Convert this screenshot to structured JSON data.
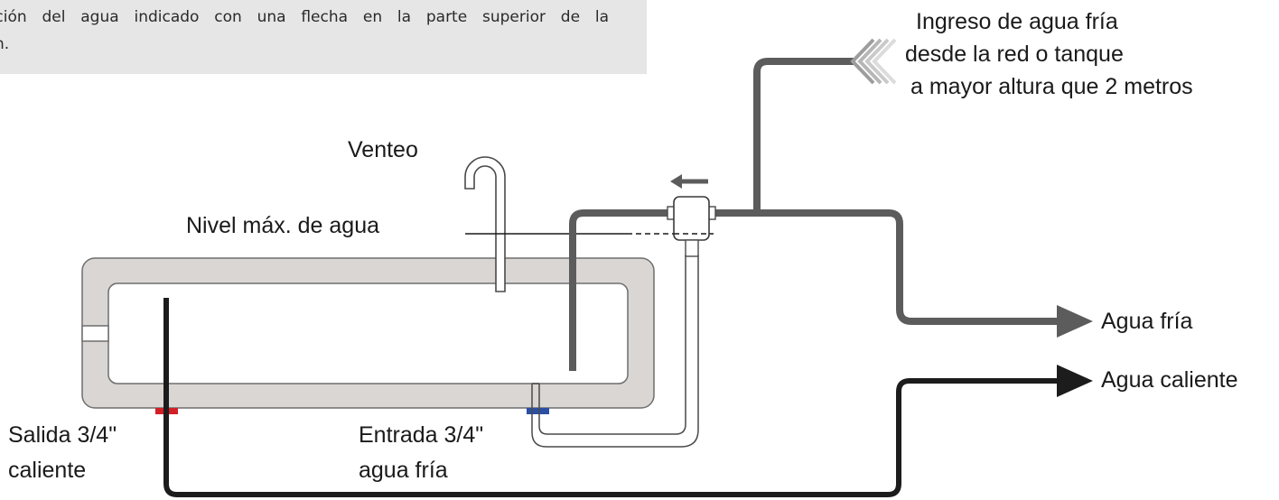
{
  "note": {
    "line1": "ación del agua indicado con una flecha en la parte superior de la",
    "line2": "n."
  },
  "labels": {
    "venteo": "Venteo",
    "nivel_max": "Nivel máx. de agua",
    "ingreso": [
      "Ingreso de agua fría",
      "desde la red o tanque",
      "a mayor altura que 2 metros"
    ],
    "agua_fria": "Agua fría",
    "agua_caliente": "Agua caliente",
    "salida": [
      "Salida 3/4\"",
      "caliente"
    ],
    "entrada": [
      "Entrada 3/4\"",
      "agua fría"
    ]
  },
  "colors": {
    "cold_pipe": "#5c5c5c",
    "hot_pipe": "#1c1c1c",
    "tank_fill": "#d9d6d4",
    "hot_connector": "#d32027",
    "cold_connector": "#2b4fa3",
    "inlet_arrow": "#bdbdbd"
  }
}
